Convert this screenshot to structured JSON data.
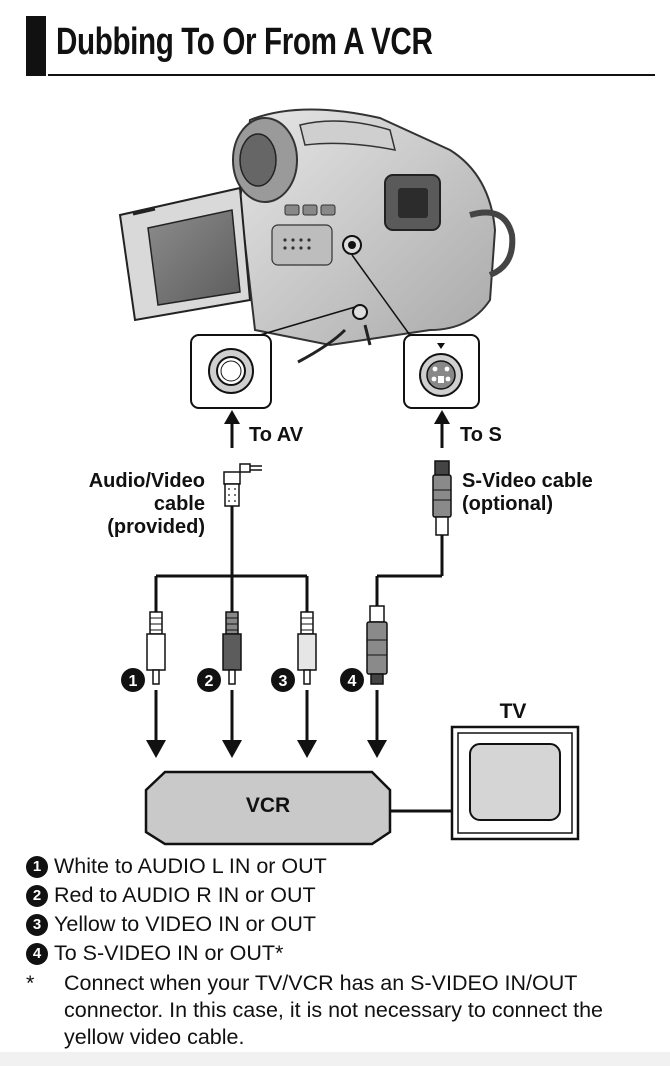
{
  "header": {
    "title": "Dubbing To Or From A VCR"
  },
  "diagram": {
    "to_av_label": "To AV",
    "to_s_label": "To S",
    "av_cable_label": [
      "Audio/Video",
      "cable",
      "(provided)"
    ],
    "svideo_cable_label": [
      "S-Video cable",
      "(optional)"
    ],
    "connector_numbers": [
      "1",
      "2",
      "3",
      "4"
    ],
    "vcr_label": "VCR",
    "tv_label": "TV"
  },
  "legend": {
    "items": [
      {
        "num": "1",
        "text": "White to AUDIO L IN or OUT"
      },
      {
        "num": "2",
        "text": "Red to AUDIO R IN or OUT"
      },
      {
        "num": "3",
        "text": "Yellow to VIDEO IN or OUT"
      },
      {
        "num": "4",
        "text": "To S-VIDEO IN or OUT*"
      }
    ],
    "note_mark": "*",
    "note_text": "Connect when your TV/VCR has an S-VIDEO IN/OUT connector. In this case, it is not necessary to connect the yellow video cable."
  }
}
